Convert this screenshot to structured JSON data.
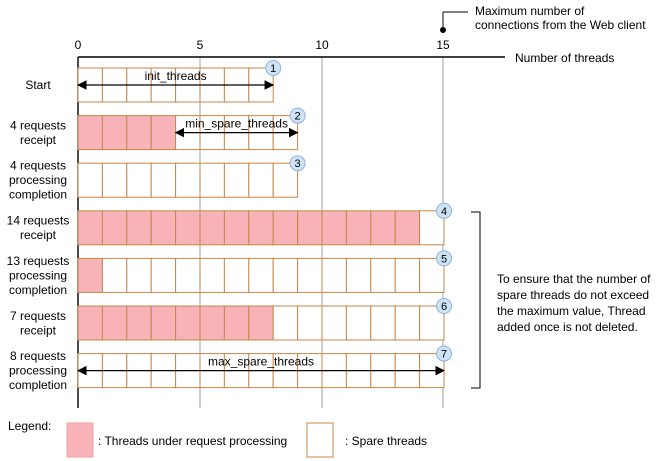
{
  "colors": {
    "processing": "#f7b3b8",
    "spare": "#ffffff",
    "cell_border": "#c8864a",
    "badge_fill": "#cfe3f7",
    "badge_border": "#8bb4e0"
  },
  "top_note": "Maximum number of\nconnections from the Web client",
  "axis": {
    "label": "Number of threads",
    "ticks": [
      "0",
      "5",
      "10",
      "15"
    ]
  },
  "rows": [
    {
      "label": "Start",
      "processing": 0,
      "total": 8,
      "badge": "1",
      "arrow": {
        "from": 0,
        "to": 8,
        "label": "init_threads"
      }
    },
    {
      "label": "4 requests\nreceipt",
      "processing": 4,
      "total": 9,
      "badge": "2",
      "arrow": {
        "from": 4,
        "to": 9,
        "label": "min_spare_threads"
      }
    },
    {
      "label": "4 requests\nprocessing\ncompletion",
      "processing": 0,
      "total": 9,
      "badge": "3"
    },
    {
      "label": "14 requests\nreceipt",
      "processing": 14,
      "total": 15,
      "badge": "4"
    },
    {
      "label": "13 requests\nprocessing\ncompletion",
      "processing": 1,
      "total": 15,
      "badge": "5"
    },
    {
      "label": "7 requests\nreceipt",
      "processing": 8,
      "total": 15,
      "badge": "6"
    },
    {
      "label": "8 requests\nprocessing\ncompletion",
      "processing": 0,
      "total": 15,
      "badge": "7",
      "arrow": {
        "from": 0,
        "to": 15,
        "label": "max_spare_threads"
      }
    }
  ],
  "side_note": "To ensure that the number of\nspare threads do not exceed\nthe maximum value, Thread\nadded once is not deleted.",
  "legend": {
    "title": "Legend:",
    "processing_label": ": Threads under request processing",
    "spare_label": ": Spare threads"
  }
}
